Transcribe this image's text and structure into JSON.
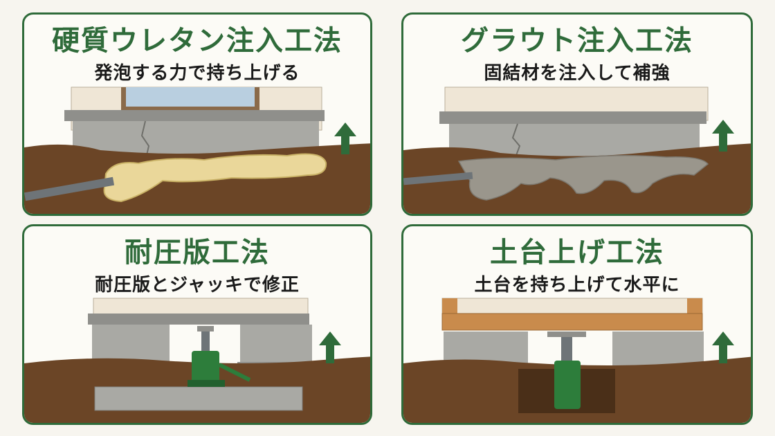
{
  "panels": [
    {
      "title": "硬質ウレタン注入工法",
      "subtitle": "発泡する力で持ち上げる"
    },
    {
      "title": "グラウト注入工法",
      "subtitle": "固結材を注入して補強"
    },
    {
      "title": "耐圧版工法",
      "subtitle": "耐圧版とジャッキで修正"
    },
    {
      "title": "土台上げ工法",
      "subtitle": "土台を持ち上げて水平に"
    }
  ],
  "colors": {
    "frame": "#2f6b3a",
    "arrow": "#2f6b3a",
    "soil": "#6b4526",
    "concrete": "#a9a9a4",
    "wall": "#efe6d6",
    "urethane": "#ead79a",
    "grout": "#9a968c",
    "jack": "#2d7d3b",
    "wood": "#c98b4c"
  }
}
